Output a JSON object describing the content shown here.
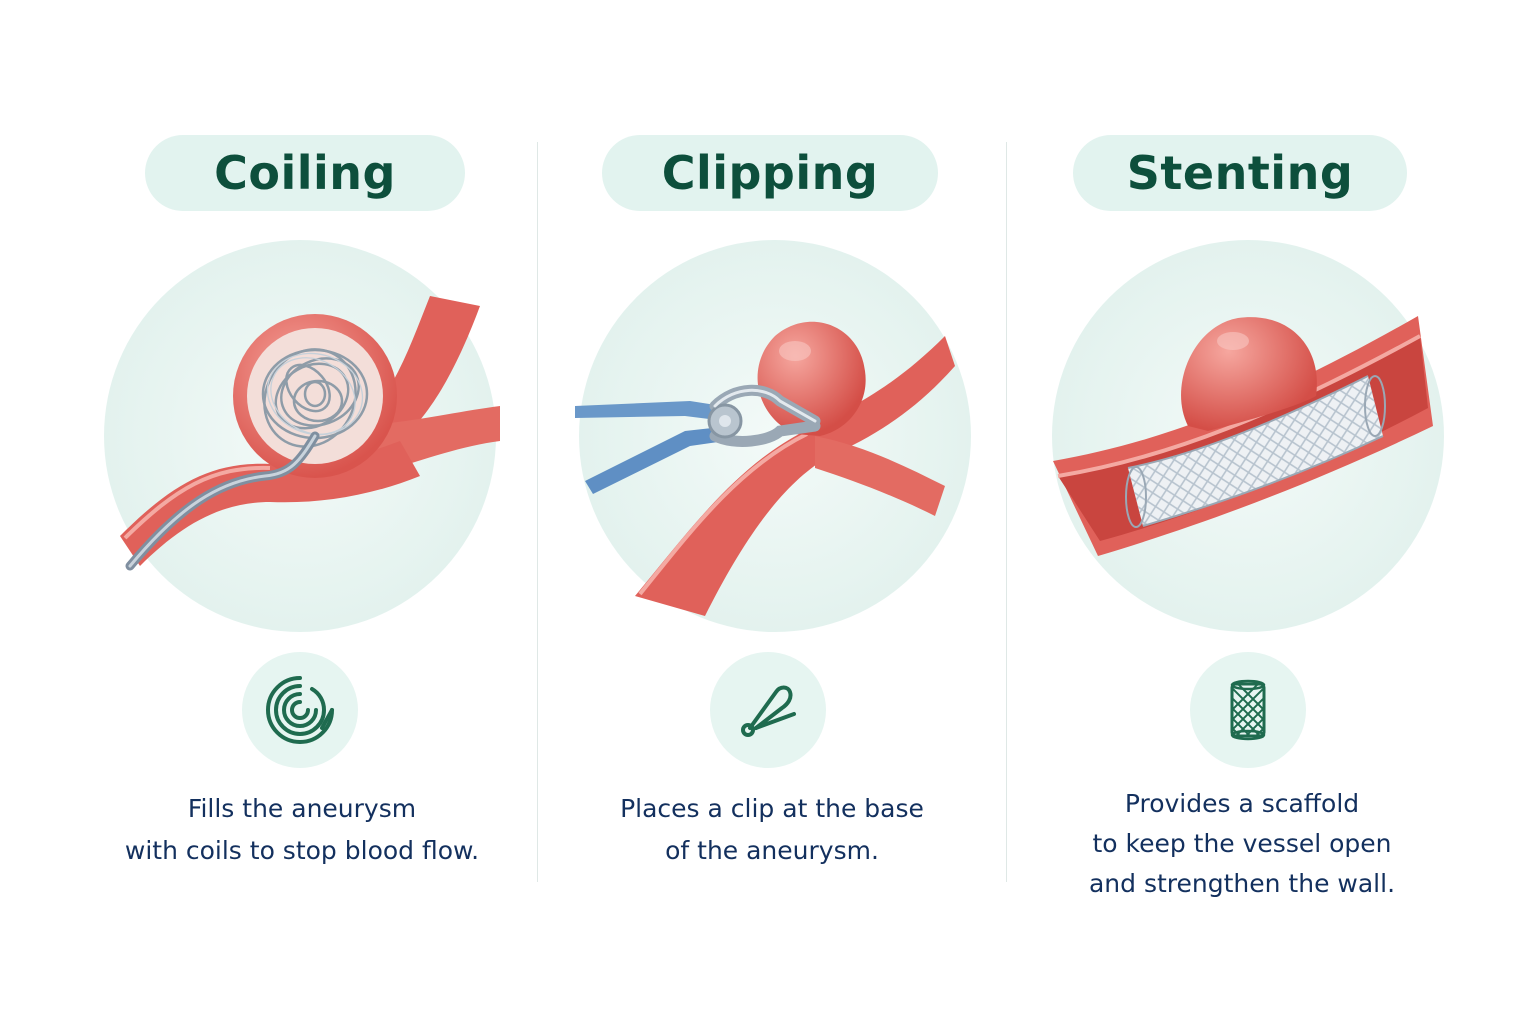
{
  "panels": [
    {
      "title": "Coiling",
      "icon": "coil-icon",
      "description_lines": [
        "Fills the aneurysm",
        "with coils to stop blood flow."
      ]
    },
    {
      "title": "Clipping",
      "icon": "clip-icon",
      "description_lines": [
        "Places a clip at the base",
        "of the aneurysm."
      ]
    },
    {
      "title": "Stenting",
      "icon": "stent-icon",
      "description_lines": [
        "Provides a scaffold",
        "to keep the vessel open",
        "and strengthen the wall."
      ]
    }
  ],
  "colors": {
    "title_text": "#0d4f3c",
    "pill_background": "#e2f3ef",
    "description_text": "#13305e",
    "vessel": "#e0615a",
    "vessel_dark": "#c9453f",
    "aneurysm": "#e8675f",
    "device_metal": "#a9b6c2",
    "clip_blue": "#5f8fc4",
    "icon_green": "#1f6b4f"
  }
}
